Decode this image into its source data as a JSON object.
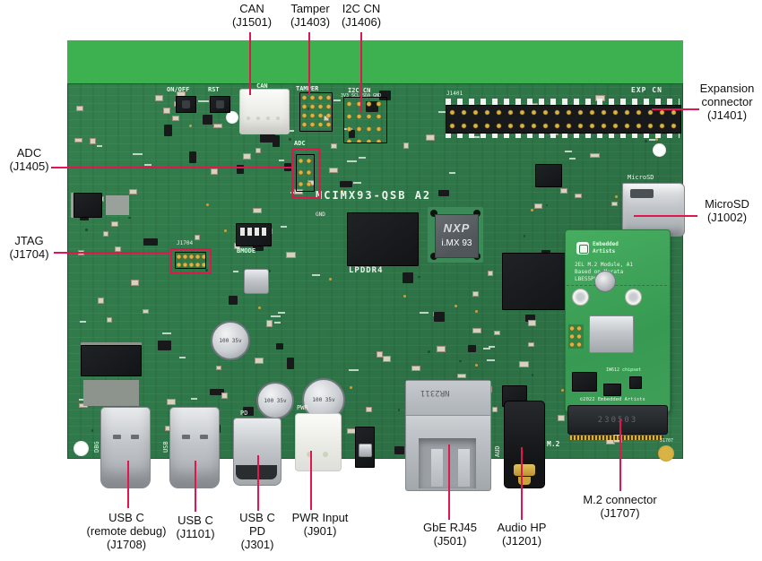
{
  "annotation_color": "#e0164f",
  "callouts": {
    "can": {
      "lines": [
        "CAN",
        "(J1501)"
      ]
    },
    "tamper": {
      "lines": [
        "Tamper",
        "(J1403)"
      ]
    },
    "i2c": {
      "lines": [
        "I2C CN",
        "(J1406)"
      ]
    },
    "expansion": {
      "lines": [
        "Expansion",
        "connector",
        "(J1401)"
      ]
    },
    "microsd": {
      "lines": [
        "MicroSD",
        "(J1002)"
      ]
    },
    "adc": {
      "lines": [
        "ADC",
        "(J1405)"
      ]
    },
    "jtag": {
      "lines": [
        "JTAG",
        "(J1704)"
      ]
    },
    "usb_debug": {
      "lines": [
        "USB C",
        "(remote debug)",
        "(J1708)"
      ]
    },
    "usb": {
      "lines": [
        "USB C",
        "(J1101)"
      ]
    },
    "usb_pd": {
      "lines": [
        "USB C",
        "PD",
        "(J301)"
      ]
    },
    "pwr": {
      "lines": [
        "PWR Input",
        "(J901)"
      ]
    },
    "gbe": {
      "lines": [
        "GbE RJ45",
        "(J501)"
      ]
    },
    "audio": {
      "lines": [
        "Audio HP",
        "(J1201)"
      ]
    },
    "m2": {
      "lines": [
        "M.2 connector",
        "(J1707)"
      ]
    }
  },
  "board": {
    "silkscreen": {
      "on_off": "ON/OFF",
      "rst": "RST",
      "can": "CAN",
      "tamper": "TAMPER",
      "i2c_title": "I2C CN",
      "i2c_pins": "3V3 SCL SDA GND",
      "j1401": "J1401",
      "exp_cn": "EXP CN",
      "adc": "ADC",
      "j1704": "J1704",
      "bmode": "BMODE",
      "model": "MCIMX93-QSB A2",
      "gnd": "GND",
      "lpddr4": "LPDDR4",
      "microsd": "MicroSD",
      "dbg": "DBG",
      "usb": "USB",
      "pd": "PD",
      "pwr": "PWR",
      "aud": "AUD",
      "m2": "M.2",
      "j1707": "J1707"
    },
    "soc": {
      "logo": "NXP",
      "name": "i.MX 93"
    },
    "rj45_marking": "NR2311",
    "cap_marking": "100 35v",
    "m2_module": {
      "brand1": "Embedded",
      "brand2": "Artists",
      "line1": "2EL M.2 Module, A1",
      "line2": "Based on Murata",
      "line3": "LBES5PL2EL",
      "chipset": "IW612 chipset",
      "copyright": "©2022 Embedded Artists",
      "sticker": "230503"
    }
  }
}
